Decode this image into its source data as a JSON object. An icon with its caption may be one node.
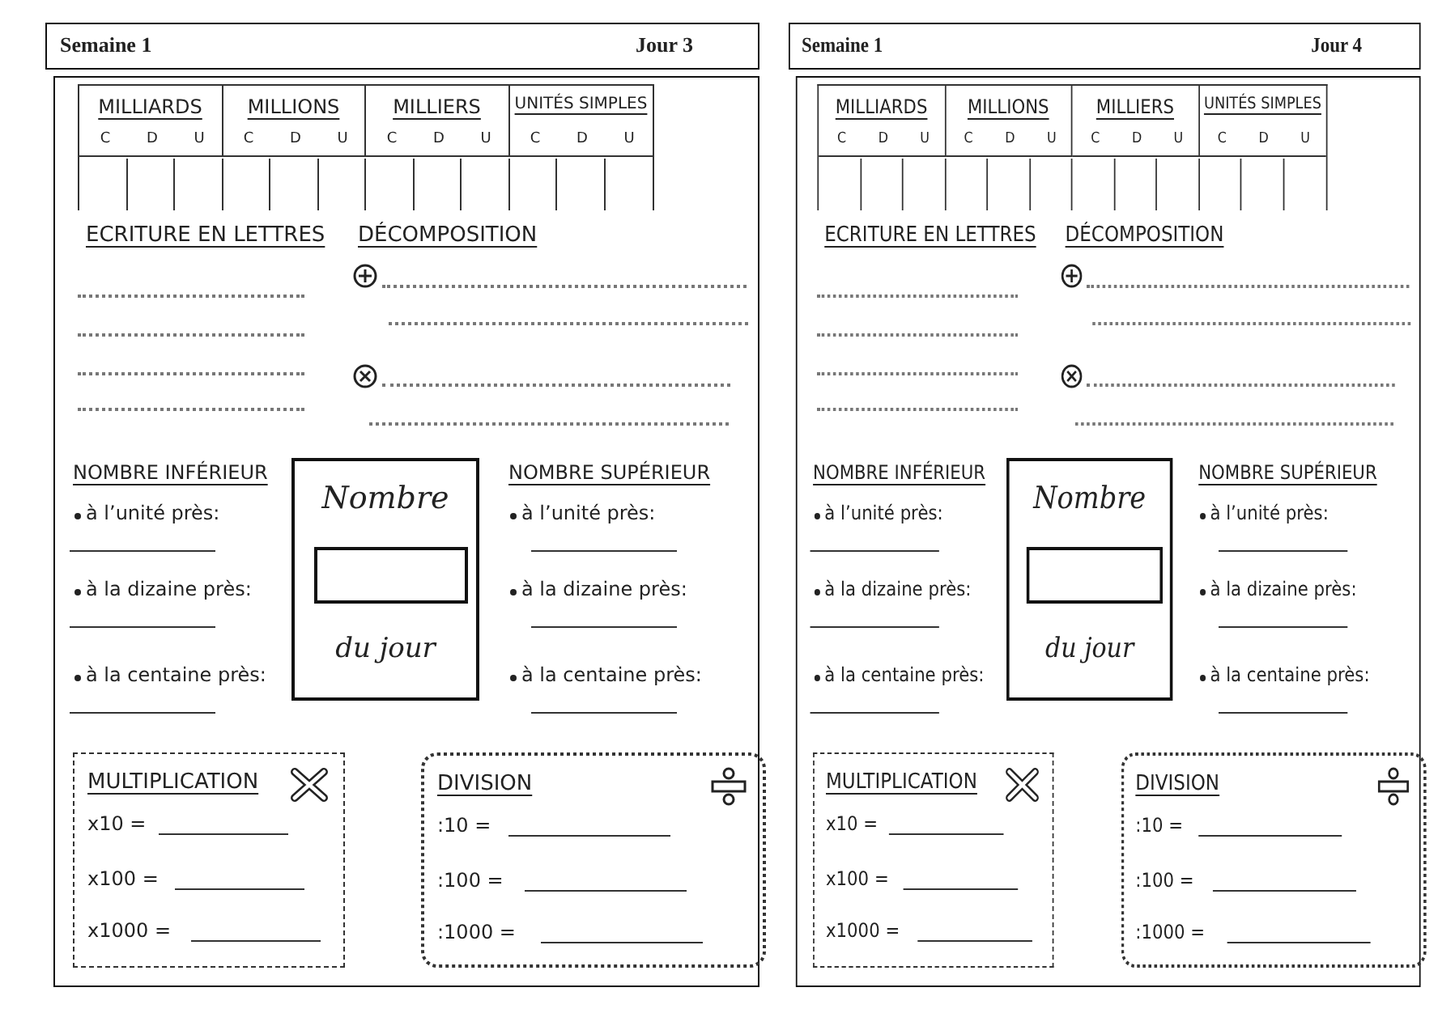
{
  "diagram": {
    "nodes": [
      {
        "text": [
          "Semaine 1",
          "Jour 3"
        ]
      },
      {
        "text": [
          "Nombre",
          "du jour"
        ]
      },
      {
        "text": [],
        "shape": "box",
        "in": 1
      },
      {
        "text": [
          "MULTIPLICATION",
          "x10 =",
          "x100 =",
          "x1000 ="
        ]
      },
      {
        "text": [
          "DIVISION",
          ":10 =",
          ":100 =",
          ":1000 ="
        ]
      },
      {
        "text": [
          "Semaine 1",
          "Jour 4"
        ]
      },
      {
        "text": [
          "Nombre",
          "du jour"
        ]
      },
      {
        "text": [],
        "shape": "box",
        "in": 6
      },
      {
        "text": [
          "MULTIPLICATION",
          "x10 =",
          "x100 =",
          "x1000 ="
        ]
      },
      {
        "text": [
          "DIVISION",
          ":10 =",
          ":100 =",
          ":1000 ="
        ]
      }
    ],
    "labels": [
      "MILLIARDS",
      "MILLIONS",
      "MILLIERS",
      "UNITÉS SIMPLES",
      "C",
      "D",
      "U",
      "C",
      "D",
      "U",
      "C",
      "D",
      "U",
      "C",
      "D",
      "U",
      "ECRITURE EN LETTRES",
      "DÉCOMPOSITION",
      "NOMBRE INFÉRIEUR",
      "à l’unité près:",
      "à la dizaine près:",
      "à la centaine près:",
      "NOMBRE SUPÉRIEUR",
      "à l’unité près:",
      "à la dizaine près:",
      "à la centaine près:",
      "MILLIARDS",
      "MILLIONS",
      "MILLIERS",
      "UNITÉS SIMPLES",
      "C",
      "D",
      "U",
      "C",
      "D",
      "U",
      "C",
      "D",
      "U",
      "C",
      "D",
      "U",
      "ECRITURE EN LETTRES",
      "DÉCOMPOSITION",
      "NOMBRE INFÉRIEUR",
      "à l’unité près:",
      "à la dizaine près:",
      "à la centaine près:",
      "NOMBRE SUPÉRIEUR",
      "à l’unité près:",
      "à la dizaine près:",
      "à la centaine près:"
    ]
  }
}
